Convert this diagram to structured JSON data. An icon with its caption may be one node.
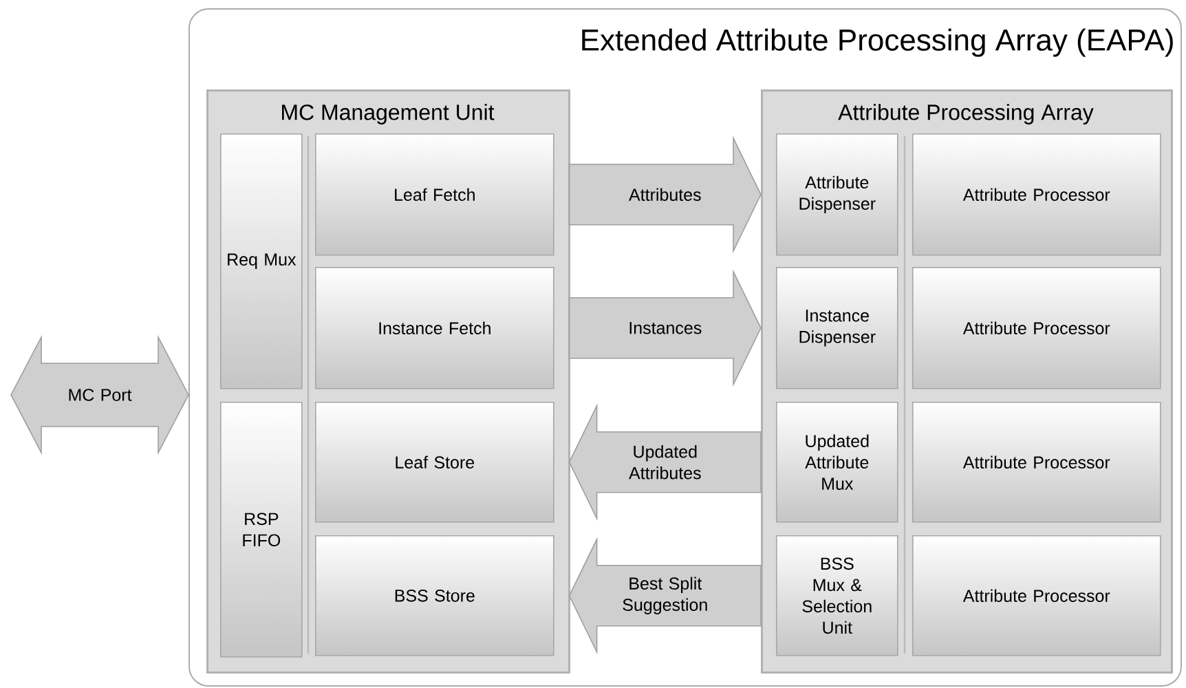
{
  "diagram": {
    "nodes": [
      {
        "text": [
          "Extended Attribute Processing Array (EAPA)"
        ]
      },
      {
        "text": [
          "MC Management Unit"
        ],
        "in": 0
      },
      {
        "text": [
          "Req Mux"
        ],
        "in": 1
      },
      {
        "text": [
          "Leaf Fetch"
        ],
        "in": 1
      },
      {
        "text": [
          "Instance Fetch"
        ],
        "in": 1
      },
      {
        "text": [
          "RSP FIFO"
        ],
        "in": 1
      },
      {
        "text": [
          "Leaf Store"
        ],
        "in": 1
      },
      {
        "text": [
          "BSS Store"
        ],
        "in": 1
      },
      {
        "text": [
          "Attribute Processing Array"
        ],
        "in": 0
      },
      {
        "text": [
          "Attribute Dispenser"
        ],
        "in": 8
      },
      {
        "text": [
          "Attribute Processor"
        ],
        "in": 8
      },
      {
        "text": [
          "Instance Dispenser"
        ],
        "in": 8
      },
      {
        "text": [
          "Attribute Processor"
        ],
        "in": 8
      },
      {
        "text": [
          "Updated Attribute Mux"
        ],
        "in": 8
      },
      {
        "text": [
          "Attribute Processor"
        ],
        "in": 8
      },
      {
        "text": [
          "BSS Mux & Selection Unit"
        ],
        "in": 8
      },
      {
        "text": [
          "Attribute Processor"
        ],
        "in": 8
      }
    ],
    "edges": [
      {
        "from": null,
        "to": 0,
        "arrow": "both",
        "label": "MC Port"
      },
      {
        "from": 3,
        "to": 9,
        "arrow": "to",
        "label": "Attributes"
      },
      {
        "from": 4,
        "to": 11,
        "arrow": "to",
        "label": "Instances"
      },
      {
        "from": 13,
        "to": 6,
        "arrow": "to",
        "label": "Updated Attributes"
      },
      {
        "from": 15,
        "to": 7,
        "arrow": "to",
        "label": "Best Split Suggestion"
      }
    ]
  }
}
